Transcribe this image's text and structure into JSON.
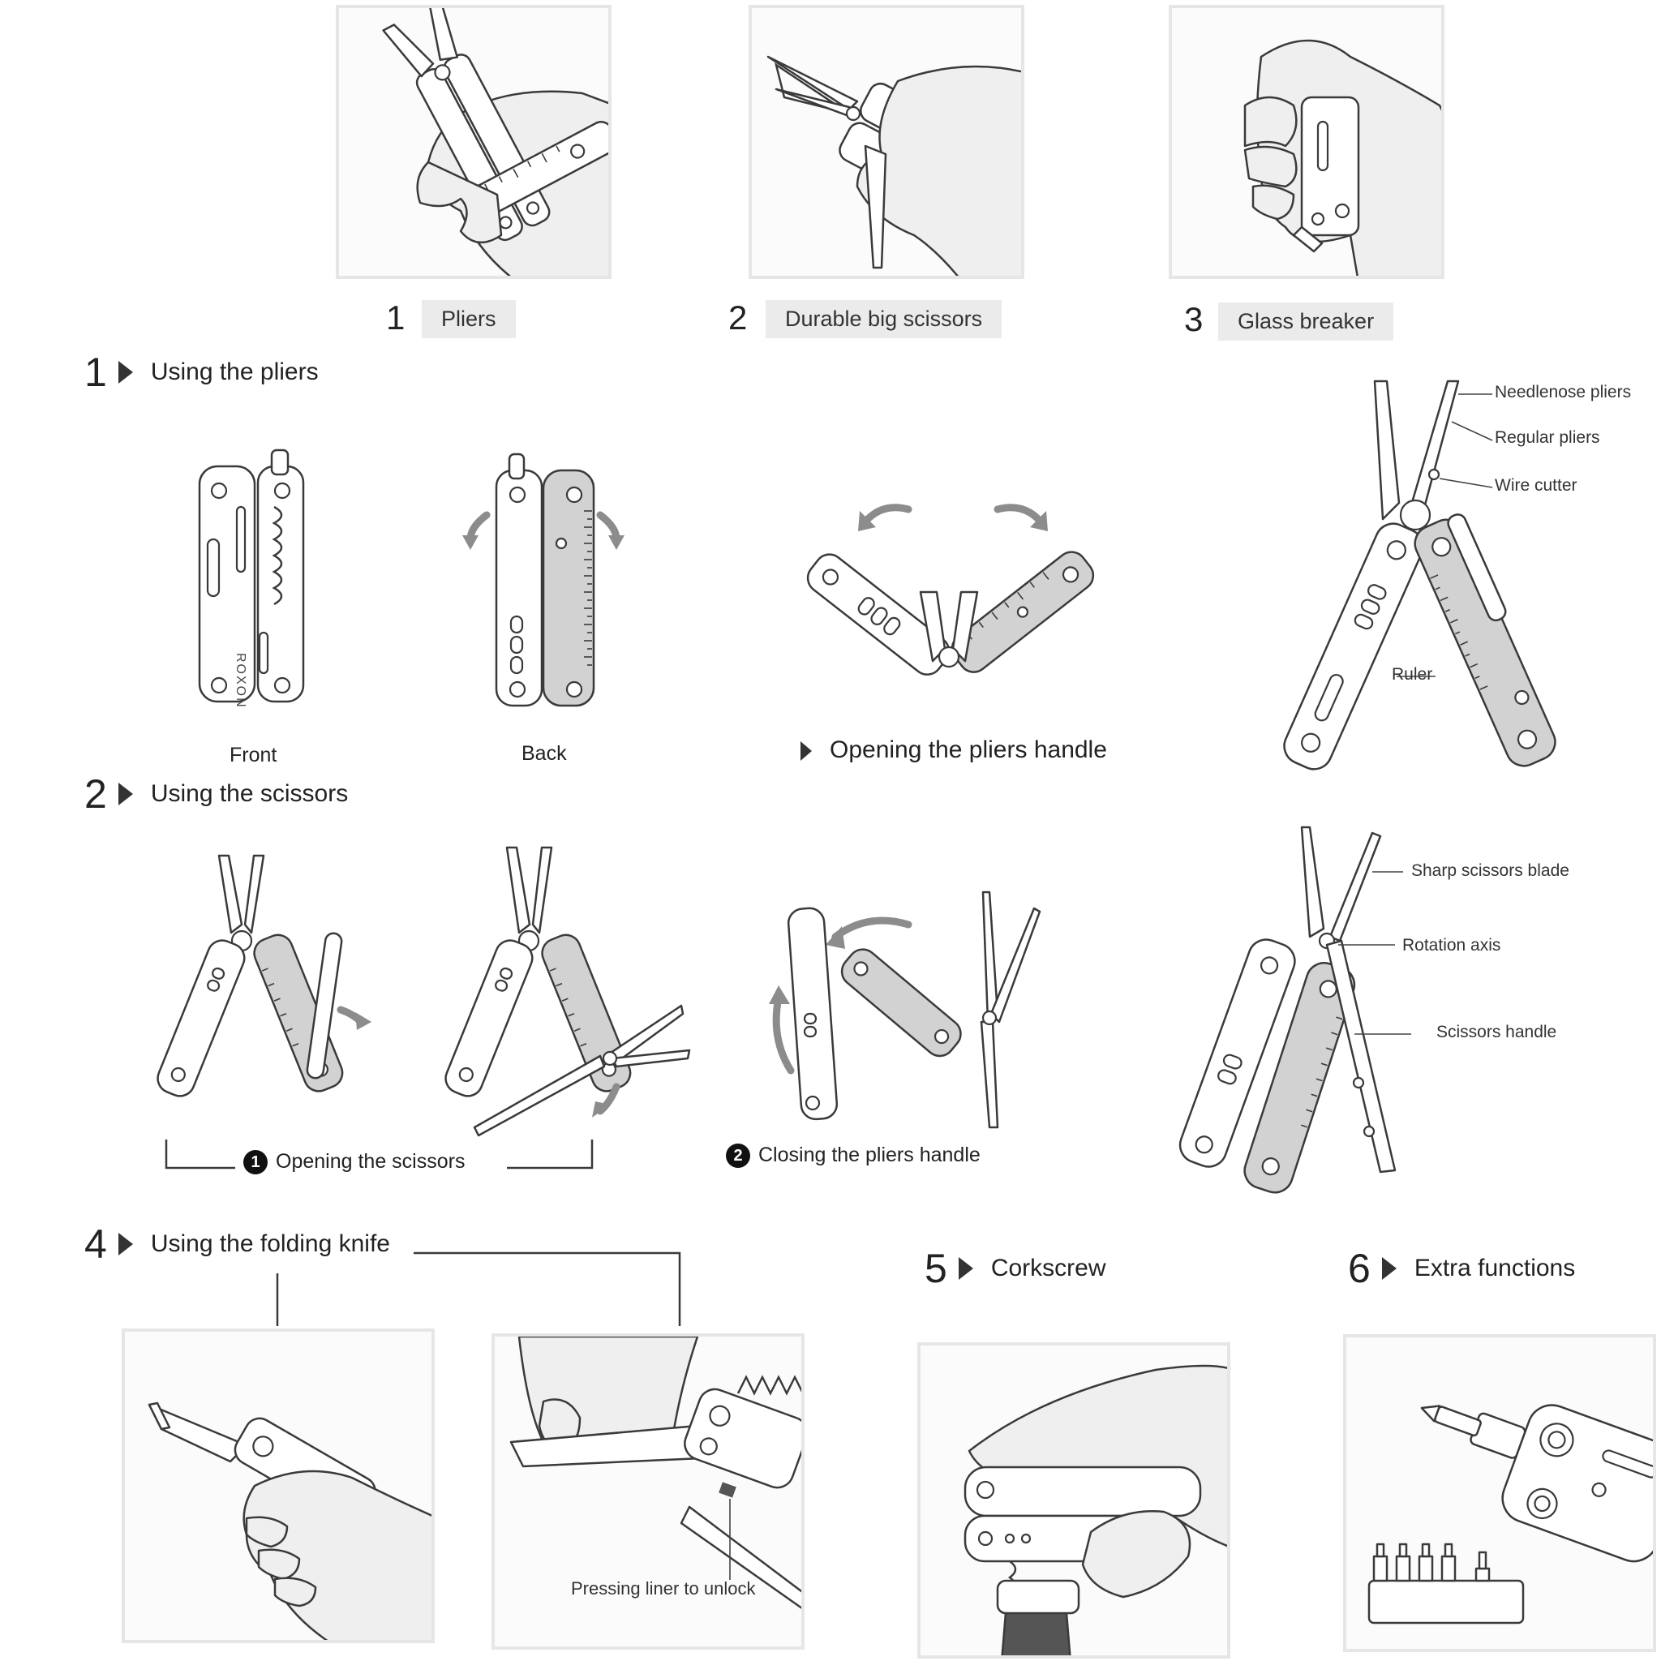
{
  "top_photos": [
    {
      "number": "1",
      "label": "Pliers"
    },
    {
      "number": "2",
      "label": "Durable big scissors"
    },
    {
      "number": "3",
      "label": "Glass breaker"
    }
  ],
  "sections": {
    "pliers": {
      "number": "1",
      "title": "Using the pliers"
    },
    "scissors": {
      "number": "2",
      "title": "Using the scissors"
    },
    "knife": {
      "number": "4",
      "title": "Using the folding knife"
    },
    "corkscrew": {
      "number": "5",
      "title": "Corkscrew"
    },
    "extra": {
      "number": "6",
      "title": "Extra functions"
    }
  },
  "pliers_views": {
    "front": "Front",
    "back": "Back",
    "opening": "Opening the pliers handle",
    "brand": "ROXON"
  },
  "pliers_callouts": {
    "needlenose": "Needlenose pliers",
    "regular": "Regular pliers",
    "wire_cutter": "Wire cutter",
    "ruler": "Ruler"
  },
  "scissors_steps": {
    "step1_badge": "1",
    "step1": "Opening the scissors",
    "step2_badge": "2",
    "step2": "Closing the pliers handle"
  },
  "scissors_callouts": {
    "blade": "Sharp scissors blade",
    "axis": "Rotation axis",
    "handle": "Scissors handle"
  },
  "knife_note": "Pressing liner to unlock"
}
